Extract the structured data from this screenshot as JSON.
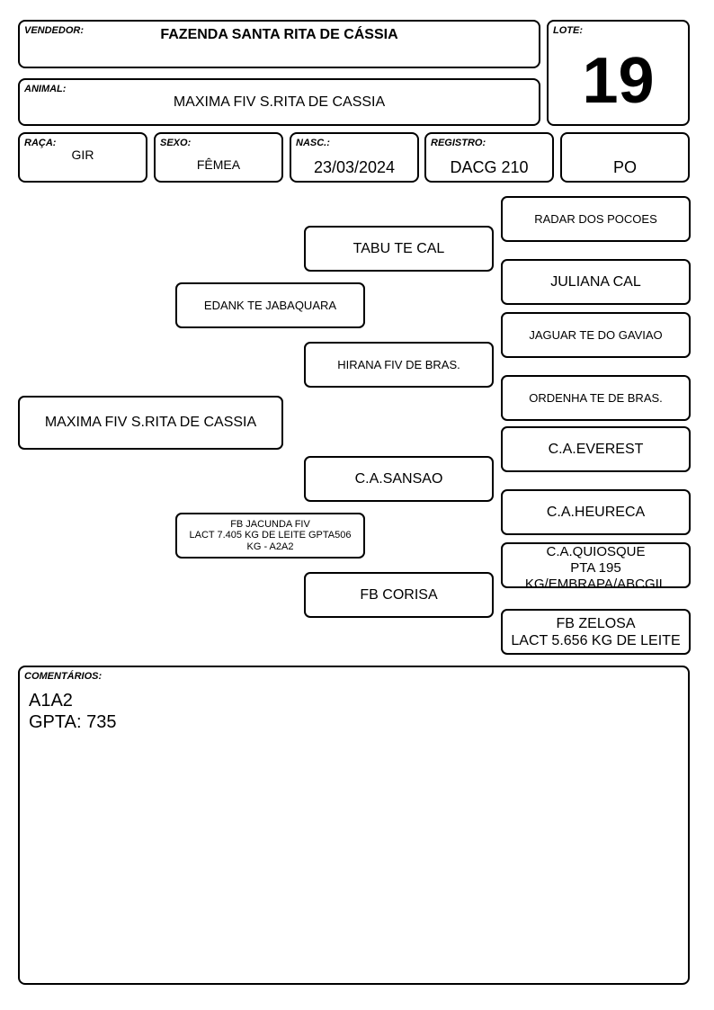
{
  "header": {
    "vendedor": {
      "label": "VENDEDOR:",
      "value": "FAZENDA SANTA RITA DE CÁSSIA"
    },
    "lote": {
      "label": "LOTE:",
      "value": "19"
    },
    "animal": {
      "label": "ANIMAL:",
      "value": "MAXIMA FIV S.RITA DE CASSIA"
    },
    "raca": {
      "label": "RAÇA:",
      "value": "GIR"
    },
    "sexo": {
      "label": "SEXO:",
      "value": "FÊMEA"
    },
    "nasc": {
      "label": "NASC.:",
      "value": "23/03/2024"
    },
    "registro": {
      "label": "REGISTRO:",
      "value": "DACG 210"
    },
    "categoria": {
      "value": "PO"
    }
  },
  "pedigree": {
    "animal": "MAXIMA FIV S.RITA DE CASSIA",
    "sire": "EDANK TE JABAQUARA",
    "dam": {
      "lines": [
        "FB JACUNDA FIV",
        "LACT 7.405 KG DE LEITE  GPTA506",
        "KG - A2A2"
      ]
    },
    "sire_sire": "TABU TE CAL",
    "sire_dam": "HIRANA FIV DE BRAS.",
    "dam_sire": "C.A.SANSAO",
    "dam_dam": "FB CORISA",
    "sss": "RADAR DOS POCOES",
    "ssd": "JULIANA CAL",
    "sds": "JAGUAR TE DO GAVIAO",
    "sdd": "ORDENHA TE DE BRAS.",
    "dss": "C.A.EVEREST",
    "dsd": "C.A.HEURECA",
    "dds": {
      "lines": [
        "C.A.QUIOSQUE",
        "PTA 195",
        "KG/EMBRAPA/ABCGIL"
      ]
    },
    "ddd": {
      "lines": [
        "FB ZELOSA",
        "LACT 5.656 KG DE LEITE"
      ]
    }
  },
  "comments": {
    "label": "COMENTÁRIOS:",
    "lines": [
      "A1A2",
      "GPTA: 735"
    ]
  }
}
